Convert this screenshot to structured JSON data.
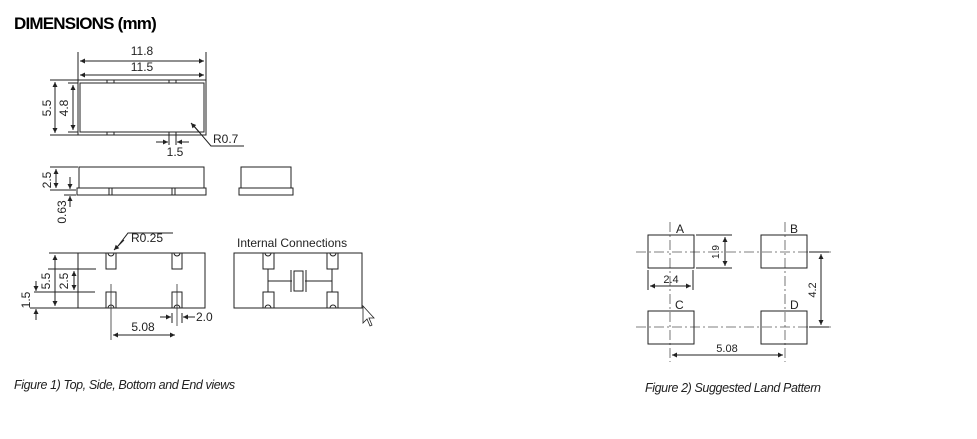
{
  "title": "DIMENSIONS (mm)",
  "figure1": {
    "caption": "Figure 1) Top, Side, Bottom and End views",
    "top_view": {
      "length_overall": "11.8",
      "length_body": "11.5",
      "width_overall": "5.5",
      "width_body": "4.8",
      "notch": "1.5",
      "corner_radius": "R0.7"
    },
    "side_view": {
      "height": "2.5",
      "base": "0.63"
    },
    "bottom_view": {
      "pad_radius": "R0.25",
      "width": "5.5",
      "pad_span": "2.5",
      "pad_length": "1.5",
      "pitch": "5.08",
      "pad_width": "2.0"
    },
    "internal_connections_label": "Internal Connections"
  },
  "figure2": {
    "caption": "Figure 2) Suggested Land Pattern",
    "pads": [
      "A",
      "B",
      "C",
      "D"
    ],
    "pad_height": "1.9",
    "pad_width": "2.4",
    "row_pitch": "4.2",
    "column_pitch": "5.08"
  }
}
